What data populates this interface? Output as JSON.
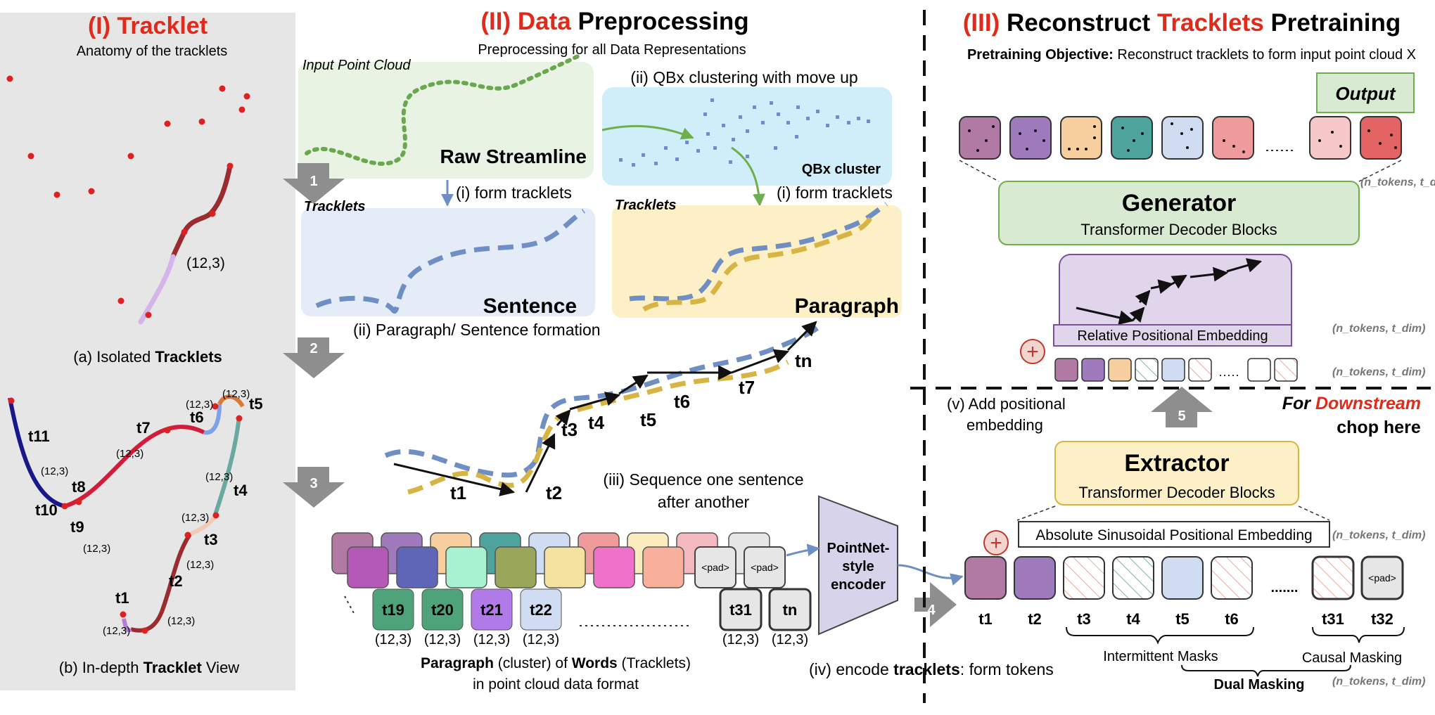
{
  "panel1": {
    "title_num": "(I)",
    "title_word": "Tracklet",
    "subtitle": "Anatomy of the tracklets",
    "shape_label": "(12,3)",
    "caption_a_pre": "(a) Isolated ",
    "caption_a_bold": "Tracklets",
    "caption_b_pre": "(b) In-depth ",
    "caption_b_bold": "Tracklet",
    "caption_b_post": " View",
    "indepth_labels": [
      "t11",
      "t10",
      "t9",
      "t8",
      "t7",
      "t6",
      "t5",
      "t4",
      "t3",
      "t2",
      "t1"
    ],
    "indepth_shapes": [
      "(12,3)",
      "(12,3)",
      "(12,3)",
      "(12,3)",
      "(12,3)",
      "(12,3)",
      "(12,3)",
      "(12,3)",
      "(12,3)",
      "(12,3)",
      "(12,3)"
    ]
  },
  "panel2": {
    "title_num": "(II)",
    "title_red": "Data",
    "title_black": "Preprocessing",
    "subtitle": "Preprocessing for all Data Representations",
    "input_label": "Input Point Cloud",
    "raw_label": "Raw Streamline",
    "qbx_label": "(ii) QBx clustering with move up",
    "qbx_cluster": "QBx cluster",
    "form_tracklets_1": "(i) form tracklets",
    "form_tracklets_2": "(i) form tracklets",
    "tracklets_tag_1": "Tracklets",
    "tracklets_tag_2": "Tracklets",
    "sentence": "Sentence",
    "paragraph": "Paragraph",
    "step_ii": "(ii) Paragraph/ Sentence formation",
    "step_iii_line1": "(iii) Sequence one sentence",
    "step_iii_line2": "after another",
    "step_iv_pre": "(iv) encode ",
    "step_iv_bold": "tracklets",
    "step_iv_post": ": form tokens",
    "seq_labels": [
      "t1",
      "t2",
      "t3",
      "t4",
      "t5",
      "t6",
      "t7",
      "tn"
    ],
    "word_tokens": [
      "t19",
      "t20",
      "t21",
      "t22",
      "t31",
      "tn"
    ],
    "word_shapes": [
      "(12,3)",
      "(12,3)",
      "(12,3)",
      "(12,3)",
      "(12,3)",
      "(12,3)"
    ],
    "pad": "<pad>",
    "caption_line1_b1": "Paragraph",
    "caption_line1_m": " (cluster) of ",
    "caption_line1_b2": "Words",
    "caption_line1_e": " (Tracklets)",
    "caption_line2": "in point cloud data format",
    "encoder_lines": [
      "PointNet-",
      "style",
      "encoder"
    ],
    "arrows": [
      "1",
      "2",
      "3",
      "4",
      "5"
    ]
  },
  "panel3": {
    "title_num": "(III)",
    "title_w1": "Reconstruct",
    "title_w2": "Tracklets",
    "title_w3": "Pretraining",
    "objective_bold": "Pretraining Objective:",
    "objective_text": " Reconstruct tracklets to form input point cloud X",
    "output_label": "Output",
    "generator_title": "Generator",
    "generator_sub": "Transformer Decoder Blocks",
    "rel_pos": "Relative Positional Embedding",
    "dims_label": "(n_tokens, t_dim)",
    "add_pos_line1": "(v) Add positional",
    "add_pos_line2": "embedding",
    "downstream_pre": "For ",
    "downstream_red": "Downstream",
    "downstream_line2": "chop here",
    "extractor_title": "Extractor",
    "extractor_sub": "Transformer Decoder Blocks",
    "abs_pos": "Absolute Sinusoidal Positional Embedding",
    "token_labels": [
      "t1",
      "t2",
      "t3",
      "t4",
      "t5",
      "t6",
      "t31",
      "t32"
    ],
    "pad": "<pad>",
    "intermittent": "Intermittent Masks",
    "causal": "Causal Masking",
    "dual": "Dual Masking",
    "ellipsis": "......."
  },
  "colors": {
    "red": "#e02a1a",
    "green_box": "#e8f3e3",
    "blue_box": "#cfeefa",
    "sentence_box": "#e4ecf8",
    "paragraph_box": "#fdf0c6",
    "generator": "#d8ead2",
    "extractor": "#fdf0c6",
    "relpos": "#e1d5eb",
    "encoder": "#d6d3ea"
  }
}
